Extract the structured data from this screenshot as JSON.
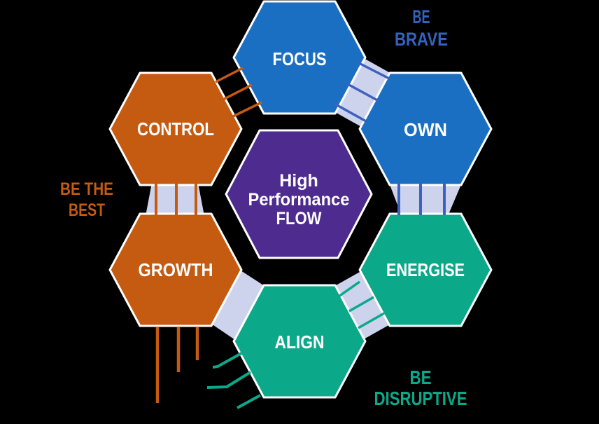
{
  "diagram": {
    "center_hexagon": {
      "line1": "High",
      "line2": "Performance",
      "line3": "FLOW"
    },
    "hexagons": {
      "focus": {
        "label": "FOCUS"
      },
      "own": {
        "label": "OWN"
      },
      "energise": {
        "label": "ENERGISE"
      },
      "align": {
        "label": "ALIGN"
      },
      "growth": {
        "label": "GROWTH"
      },
      "control": {
        "label": "CONTROL"
      }
    },
    "captions": {
      "be_brave": {
        "line1": "BE",
        "line2": "BRAVE"
      },
      "be_the_best": {
        "line1": "BE THE",
        "line2": "BEST"
      },
      "be_disruptive": {
        "line1": "BE",
        "line2": "DISRUPTIVE"
      }
    },
    "colors": {
      "background": "#000000",
      "blue": "#1B6FC2",
      "orange": "#C55A11",
      "teal": "#0BA88A",
      "purple": "#4E2B8E",
      "band": "#CDD3EC",
      "line_blue": "#3F60BE",
      "caption_blue": "#3263BE",
      "white": "#FFFFFF"
    }
  }
}
